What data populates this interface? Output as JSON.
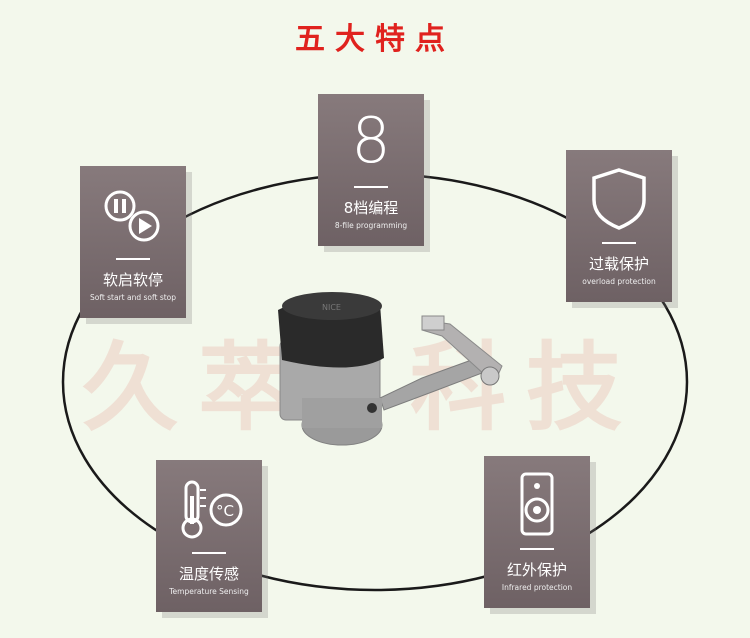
{
  "title": "五大特点",
  "watermark": {
    "left": "久萃",
    "right": "科技"
  },
  "features": [
    {
      "zh": "8档编程",
      "en": "8-file programming",
      "icon": "number-8-icon",
      "digit": "8"
    },
    {
      "zh": "软启软停",
      "en": "Soft start and soft stop",
      "icon": "pause-play-icon"
    },
    {
      "zh": "过载保护",
      "en": "overload protection",
      "icon": "shield-icon"
    },
    {
      "zh": "温度传感",
      "en": "Temperature Sensing",
      "icon": "thermometer-celsius-icon"
    },
    {
      "zh": "红外保护",
      "en": "Infrared protection",
      "icon": "infrared-sensor-icon"
    }
  ],
  "product": {
    "name": "swing gate opener"
  },
  "colors": {
    "title": "#e0221e",
    "card": "#7a6d70",
    "background": "#f3f8ec"
  }
}
